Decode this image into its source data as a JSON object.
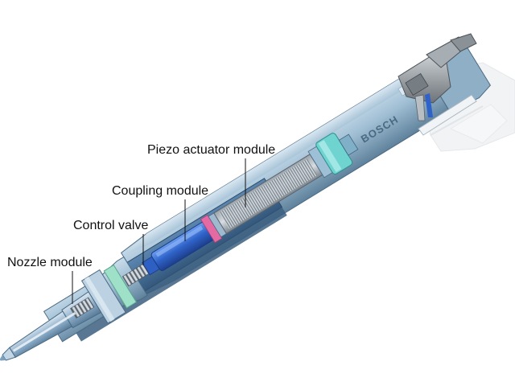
{
  "labels": {
    "piezo_actuator": "Piezo actuator module",
    "coupling": "Coupling module",
    "control_valve": "Control valve",
    "nozzle": "Nozzle module"
  },
  "brand": {
    "logo_text": "BOSCH"
  },
  "colors": {
    "body_light": "#a9c6d9",
    "body_mid": "#7fa3bd",
    "body_dark": "#4f6f87",
    "cutaway_blue": "#2f63c9",
    "collar_cyan": "#6fd3d0",
    "connector_gray": "#8e9499",
    "accent_pink": "#e46aa3"
  }
}
